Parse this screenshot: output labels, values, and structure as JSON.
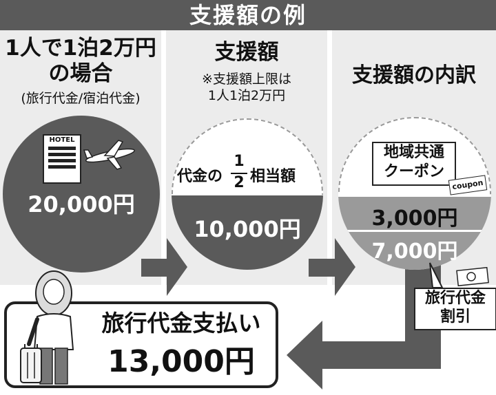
{
  "title": "支援額の例",
  "col1": {
    "heading_line1": "1人で1泊2万円",
    "heading_line2": "の場合",
    "sub": "(旅行代金/宿泊代金)",
    "hotel_sign": "HOTEL",
    "amount": "20,000円"
  },
  "col2": {
    "heading": "支援額",
    "note_line1": "※支援額上限は",
    "note_line2": "1人1泊2万円",
    "fraction_prefix": "代金の",
    "fraction_num": "1",
    "fraction_den": "2",
    "fraction_suffix": "相当額",
    "amount": "10,000円"
  },
  "col3": {
    "heading": "支援額の内訳",
    "coupon_line1": "地域共通",
    "coupon_line2": "クーポン",
    "coupon_ticket": "coupon",
    "amount_coupon": "3,000円",
    "amount_discount": "7,000円",
    "discount_line1": "旅行代金",
    "discount_line2": "割引"
  },
  "result": {
    "line1": "旅行代金支払い",
    "line2": "13,000円"
  },
  "colors": {
    "dark": "#5a5a5a",
    "mid": "#9a9a9a",
    "light": "#ececec"
  }
}
